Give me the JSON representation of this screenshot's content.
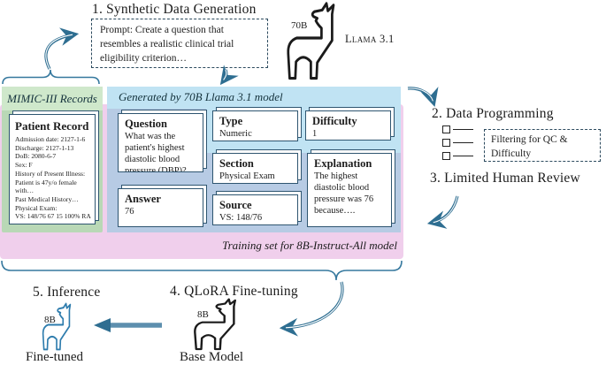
{
  "figure": {
    "steps": {
      "step1": "1. Synthetic Data Generation",
      "step2": "2. Data Programming",
      "step3": "3. Limited Human Review",
      "step4": "4. QLoRA Fine-tuning",
      "step5": "5. Inference"
    },
    "prompt_box_text": "Prompt: Create a question that resembles a realistic clinical trial eligibility criterion…",
    "filter_box_text": "Filtering for QC & Difficulty",
    "llama_70b": {
      "size": "70B",
      "name": "Llama 3.1"
    },
    "mimic_panel": {
      "header": "MIMIC-III Records",
      "record_title": "Patient Record",
      "record_lines": [
        "Admission date: 2127-1-6",
        "Discharge: 2127-1-13",
        "DoB: 2080-6-7",
        "Sex: F",
        "History of Present Illness:",
        "Patient is 47y/o female",
        "with…",
        "Past Medical History…",
        "Physical Exam:",
        "VS: 148/76 67 15 100% RA",
        "…"
      ]
    },
    "generated_panel": {
      "header": "Generated by 70B Llama 3.1 model",
      "cards": {
        "question": {
          "title": "Question",
          "body": "What was the patient's highest diastolic blood pressure (DBP)?"
        },
        "answer": {
          "title": "Answer",
          "body": "76"
        },
        "type": {
          "title": "Type",
          "body": "Numeric"
        },
        "section": {
          "title": "Section",
          "body": "Physical Exam"
        },
        "source": {
          "title": "Source",
          "body": "VS: 148/76"
        },
        "difficulty": {
          "title": "Difficulty",
          "body": "1"
        },
        "explanation": {
          "title": "Explanation",
          "body": "The highest diastolic blood pressure was 76 because…."
        }
      }
    },
    "training_band": "Training set for 8B-Instruct-All model",
    "base_model": {
      "size": "8B",
      "label": "Base Model"
    },
    "finetuned_model": {
      "size": "8B",
      "label": "Fine-tuned"
    },
    "colors": {
      "arrow_teal": "#2e6e91",
      "finetune_arrow_shaft": "#5d8fae",
      "card_border": "#2e5570",
      "green_header": "#cfe8cb",
      "green_body": "#b9d8b6",
      "blue_header": "#c0e3f3",
      "blue_body": "#b7cbe4",
      "pink_band": "#f0cfec",
      "blue_llama": "#2e7cad",
      "text": "#1c1c1c"
    }
  }
}
